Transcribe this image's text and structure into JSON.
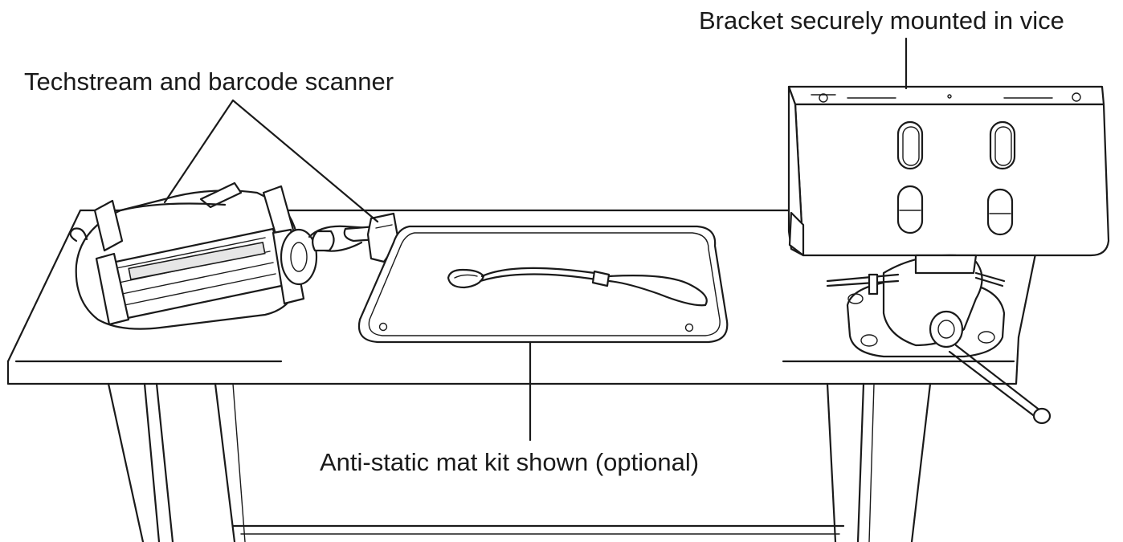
{
  "callouts": {
    "techstream": "Techstream and barcode scanner",
    "bracket": "Bracket securely mounted in vice",
    "mat": "Anti-static mat kit shown (optional)"
  },
  "colors": {
    "line": "#1a1a1a",
    "background": "#ffffff"
  }
}
